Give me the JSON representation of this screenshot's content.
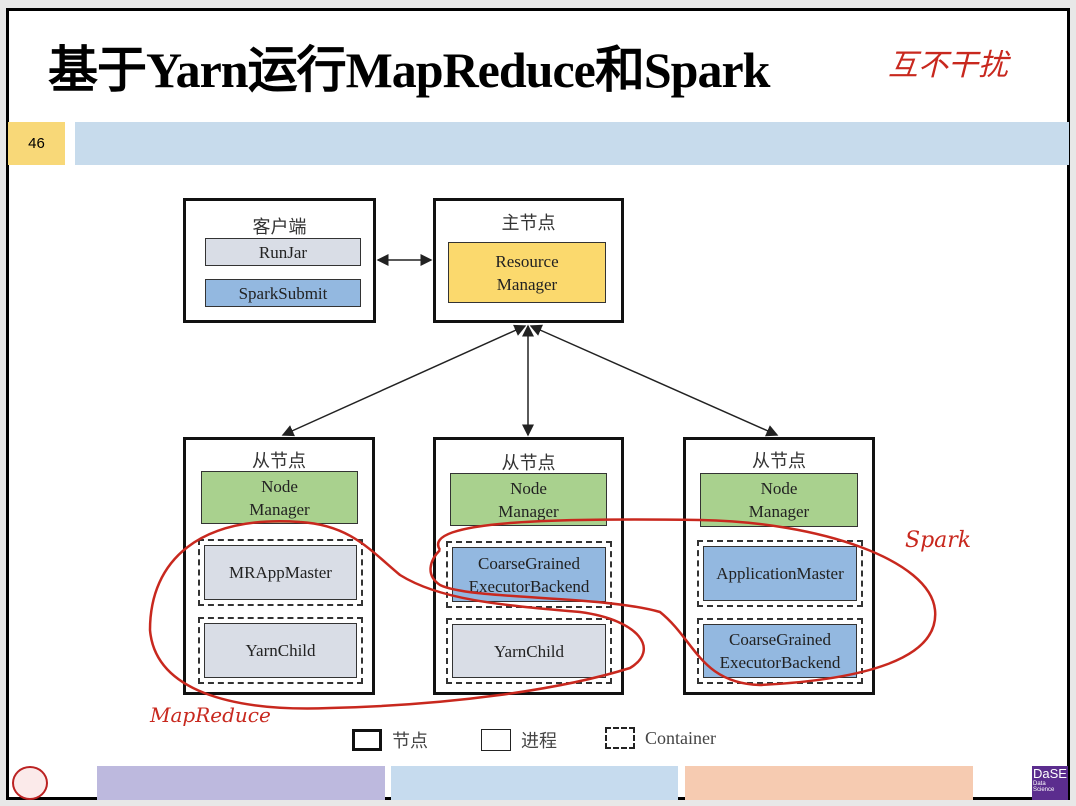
{
  "slide": {
    "title": "基于Yarn运行MapReduce和Spark",
    "page_number": "46"
  },
  "annotations": {
    "title_note": "互不干扰",
    "spark": "Spark",
    "mapreduce": "MapReduce",
    "color": "#c8281e"
  },
  "diagram": {
    "client": {
      "label": "客户端",
      "items": [
        "RunJar",
        "SparkSubmit"
      ]
    },
    "master": {
      "label": "主节点",
      "rm_line1": "Resource",
      "rm_line2": "Manager"
    },
    "slaves": [
      {
        "label": "从节点",
        "nm1": "Node",
        "nm2": "Manager",
        "c1": "MRAppMaster",
        "c2": "YarnChild"
      },
      {
        "label": "从节点",
        "nm1": "Node",
        "nm2": "Manager",
        "c1a": "CoarseGrained",
        "c1b": "ExecutorBackend",
        "c2": "YarnChild"
      },
      {
        "label": "从节点",
        "nm1": "Node",
        "nm2": "Manager",
        "c1": "ApplicationMaster",
        "c2a": "CoarseGrained",
        "c2b": "ExecutorBackend"
      }
    ],
    "legend": [
      "节点",
      "进程",
      "Container"
    ]
  },
  "footer": {
    "logo_right": "DaSE",
    "logo_right_sub": "Data Science",
    "bar_colors": [
      "#bdb9de",
      "#c6dbee",
      "#f6cbb1"
    ]
  }
}
